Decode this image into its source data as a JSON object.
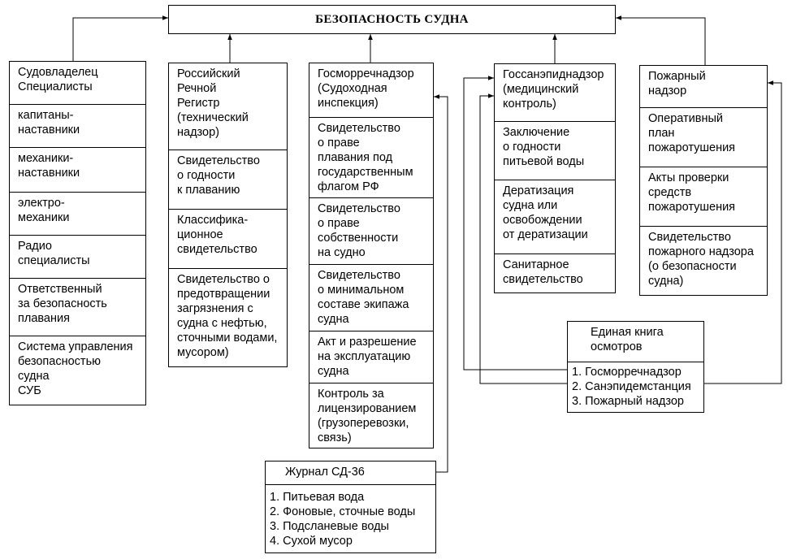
{
  "title": "БЕЗОПАСНОСТЬ СУДНА",
  "col1": [
    "Судовладелец\nСпециалисты",
    "капитаны-\nнаставники",
    "механики-\nнаставники",
    "электро-\nмеханики",
    "     Радио\nспециалисты",
    "Ответственный\nза безопасность\nплавания",
    "Система управления\nбезопасностью\nсудна\nСУБ"
  ],
  "col2": [
    "Российский\nРечной\nРегистр\n(технический\nнадзор)",
    "Свидетельство\nо годности\n к плаванию",
    "Классифика-\nционное\nсвидетельство",
    "Свидетельство о\nпредотвращении\nзагрязнения с\nсудна с нефтью,\nсточными водами,\nмусором)"
  ],
  "col3": [
    "Госморречнадзор\n(Судоходная\nинспекция)",
    "Свидетельство\nо праве\nплавания под\nгосударственным\nфлагом РФ",
    "Свидетельство\nо праве\nсобственности\nна судно",
    "Свидетельство\nо минимальном\nсоставе экипажа\nсудна",
    "Акт и разрешение\nна эксплуатацию\nсудна",
    "Контроль за\nлицензированием\n(грузоперевозки,\nсвязь)"
  ],
  "col4": [
    "Госсанэпиднадзор\n(медицинский\nконтроль)",
    "Заключение\nо годности\nпитьевой воды",
    "Дератизация\nсудна или\nосвобождении\nот дератизации",
    "Санитарное\nсвидетельство"
  ],
  "col5": [
    "Пожарный\nнадзор",
    "Оперативный\nплан\nпожаротушения",
    "Акты проверки\nсредств\nпожаротушения",
    "Свидетельство\nпожарного надзора\n(о безопасности\nсудна)"
  ],
  "journal": {
    "header": "Журнал СД-36",
    "items": [
      "1. Питьевая вода",
      "2. Фоновые, сточные воды",
      "3. Подсланевые воды",
      "4. Сухой мусор"
    ]
  },
  "book": {
    "header": "Единая книга\nосмотров",
    "items": [
      "1. Госморречнадзор",
      "2. Санэпидемстанция",
      "3. Пожарный надзор"
    ]
  }
}
